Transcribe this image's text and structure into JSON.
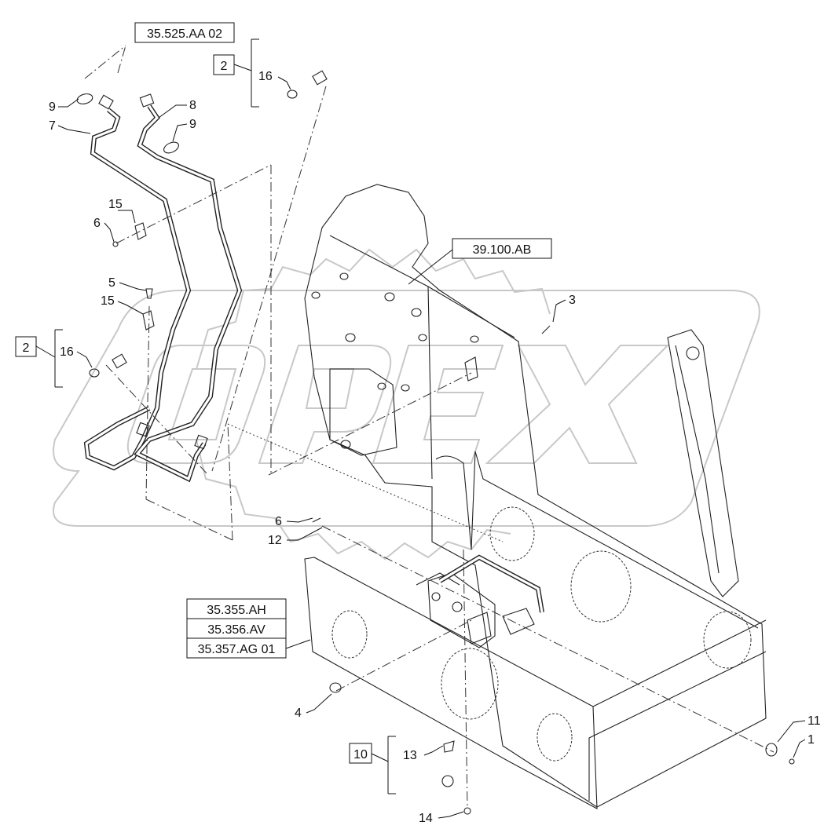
{
  "watermark": "OPEX",
  "reference_boxes": {
    "top": "35.525.AA 02",
    "frame": "39.100.AB",
    "stack": [
      "35.355.AH",
      "35.356.AV",
      "35.357.AG 01"
    ]
  },
  "group_boxes": {
    "top_right": "2",
    "left": "2",
    "bottom": "10"
  },
  "callouts": {
    "c1": "1",
    "c3": "3",
    "c4": "4",
    "c5": "5",
    "c6a": "6",
    "c6b": "6",
    "c7": "7",
    "c8": "8",
    "c9a": "9",
    "c9b": "9",
    "c11": "11",
    "c12": "12",
    "c13": "13",
    "c14": "14",
    "c15a": "15",
    "c15b": "15",
    "c16a": "16",
    "c16b": "16"
  },
  "icons": [
    "hydraulic-tube-icon",
    "fitting-icon",
    "o-ring-icon",
    "clip-icon",
    "bolt-icon"
  ]
}
